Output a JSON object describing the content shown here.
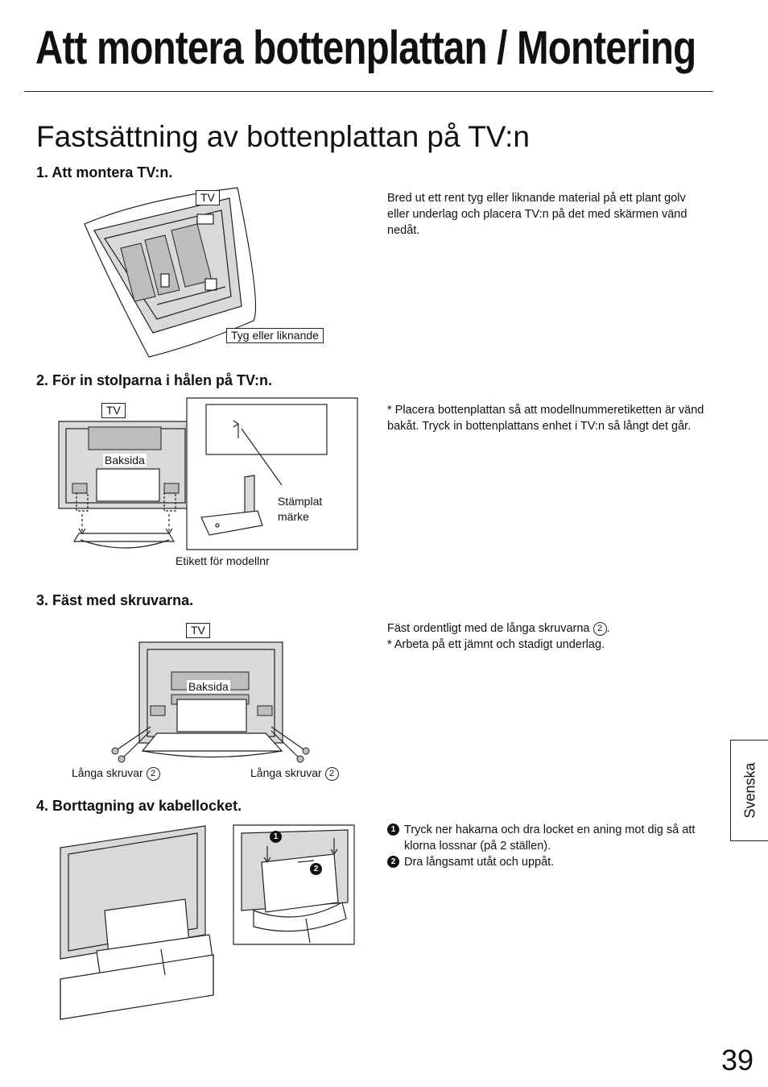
{
  "page": {
    "title": "Att montera bottenplattan / Montering",
    "subtitle": "Fastsättning av bottenplattan på TV:n",
    "language_tab": "Svenska",
    "page_number": "39"
  },
  "steps": [
    {
      "heading": "1. Att montera TV:n.",
      "labels": {
        "tv": "TV",
        "cloth": "Tyg eller liknande"
      },
      "text": "Bred ut ett rent tyg eller liknande material på ett plant golv eller underlag och placera TV:n på det med skärmen vänd nedåt."
    },
    {
      "heading": "2. För in stolparna i hålen på TV:n.",
      "labels": {
        "tv": "TV",
        "back": "Baksida",
        "stamped": "Stämplat märke",
        "model_label": "Etikett för modellnr"
      },
      "text": "* Placera bottenplattan så att modellnummeretiketten är vänd bakåt. Tryck in bottenplattans enhet i TV:n så långt det går."
    },
    {
      "heading": "3. Fäst med skruvarna.",
      "labels": {
        "tv": "TV",
        "back": "Baksida",
        "screws_left": "Långa skruvar",
        "screws_right": "Långa skruvar",
        "screw_num": "2"
      },
      "text1": "Fäst ordentligt med de långa skruvarna",
      "text1_num": "2",
      "text1_end": ".",
      "text2": "* Arbeta på ett jämnt och stadigt underlag."
    },
    {
      "heading": "4. Borttagning av kabellocket.",
      "markers": [
        "1",
        "2"
      ],
      "items": [
        "Tryck ner hakarna och dra locket en aning mot dig så att klorna lossnar (på 2 ställen).",
        "Dra långsamt utåt och uppåt."
      ]
    }
  ]
}
